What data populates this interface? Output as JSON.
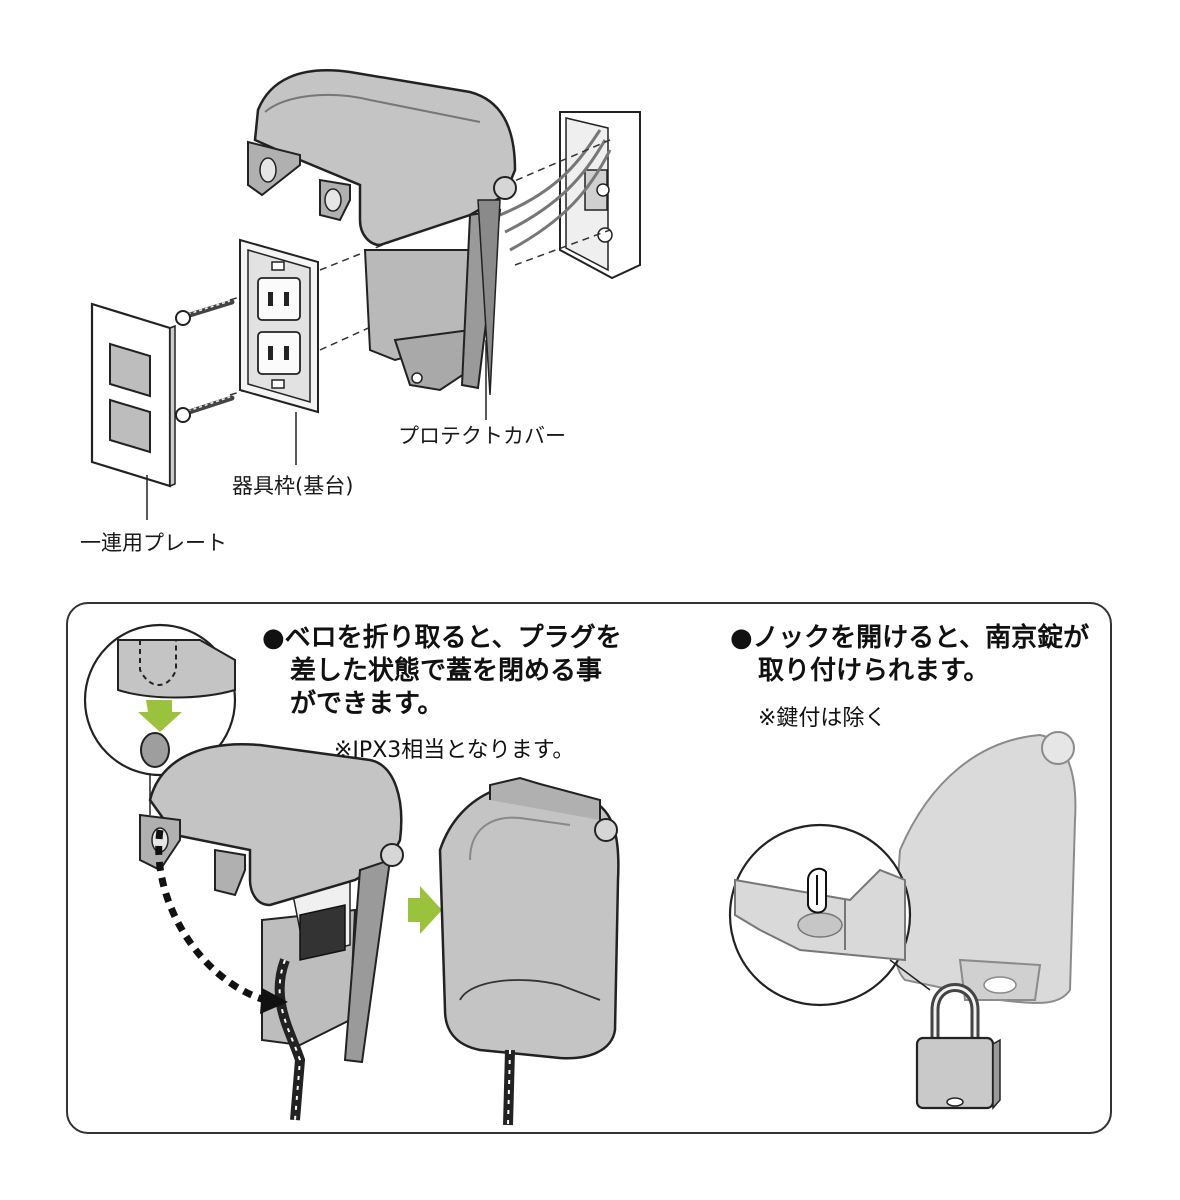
{
  "labels": {
    "protect_cover": "プロテクトカバー",
    "frame": "器具枠(基台)",
    "plate": "一連用プレート"
  },
  "left_feature": {
    "heading_line1": "●ベロを折り取ると、プラグを",
    "heading_line2": "差した状態で蓋を閉める事",
    "heading_line3": "ができます。",
    "note": "※IPX3相当となります。"
  },
  "right_feature": {
    "heading_line1": "●ノックを開けると、南京錠が",
    "heading_line2": "取り付けられます。",
    "note": "※鍵付は除く"
  },
  "colors": {
    "cover_fill": "#bdbdbd",
    "cover_dark": "#8e8e8e",
    "outline": "#222222",
    "arrow_green": "#9ac23c",
    "faded": "#d4d4d4"
  }
}
